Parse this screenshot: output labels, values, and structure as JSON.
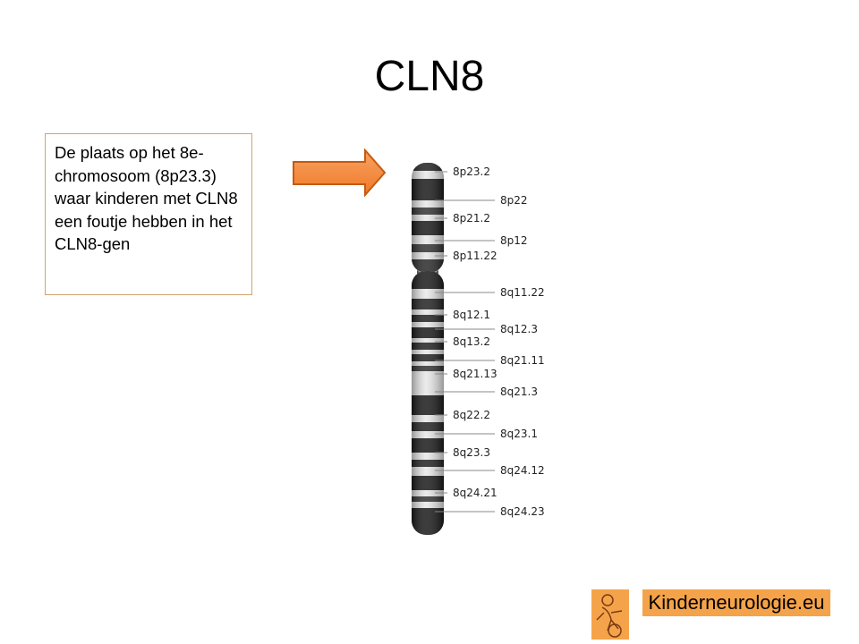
{
  "slide": {
    "title": "CLN8",
    "note": "De plaats op het 8e-chromosoom (8p23.3) waar kinderen met CLN8 een foutje hebben in het CLN8-gen"
  },
  "chromosome": {
    "bands_left": [
      "8p23.2",
      "8p21.2",
      "8p11.22",
      "8q12.1",
      "8q13.2",
      "8q21.13",
      "8q22.2",
      "8q23.3",
      "8q24.21"
    ],
    "bands_right": [
      "8p22",
      "8p12",
      "8q11.22",
      "8q12.3",
      "8q21.11",
      "8q21.3",
      "8q23.1",
      "8q24.12",
      "8q24.23"
    ]
  },
  "logo": {
    "text": "Kinderneurologie.eu",
    "color": "#f5a34a"
  },
  "colors": {
    "arrow_fill": "#f07f2d",
    "arrow_stroke": "#c55a11",
    "note_border": "#d3a36a"
  }
}
